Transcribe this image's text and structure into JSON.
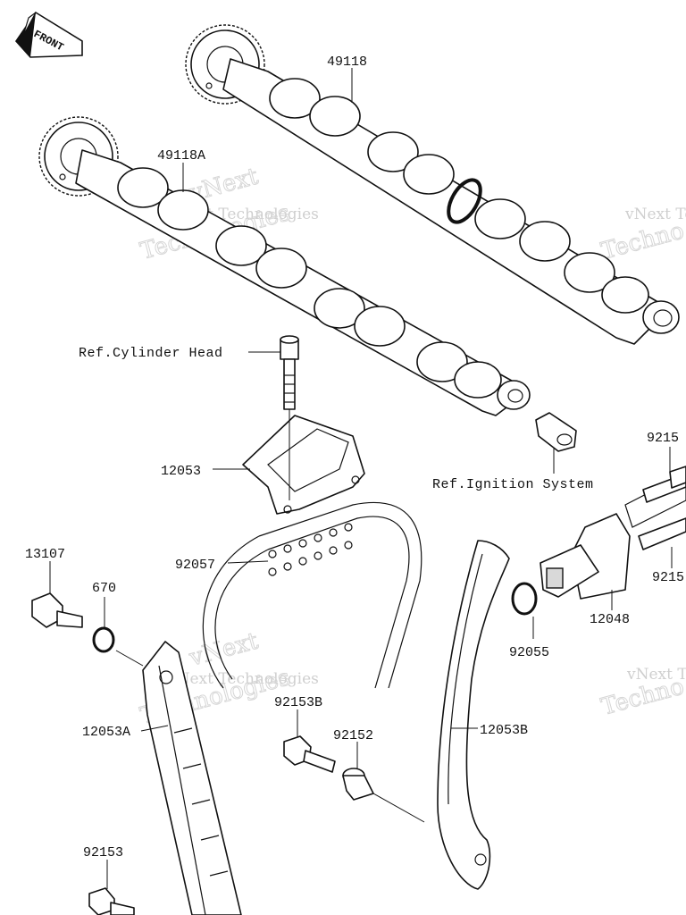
{
  "front_label": "FRONT",
  "part_labels": {
    "p49118": "49118",
    "p49118A": "49118A",
    "p12053": "12053",
    "p92057": "92057",
    "p13107": "13107",
    "p670": "670",
    "p12053A": "12053A",
    "p92153B": "92153B",
    "p92152": "92152",
    "p12053B": "12053B",
    "p92055": "92055",
    "p12048": "12048",
    "p92153": "92153",
    "p9215a": "9215",
    "p9215b": "9215"
  },
  "references": {
    "cylinder_head": "Ref.Cylinder Head",
    "ignition_system": "Ref.Ignition System"
  },
  "watermark": {
    "line1": "vNext Technologies",
    "line2": "Technologies",
    "short1": "vNext",
    "short2": "vNext Te",
    "short3": "Techno"
  }
}
